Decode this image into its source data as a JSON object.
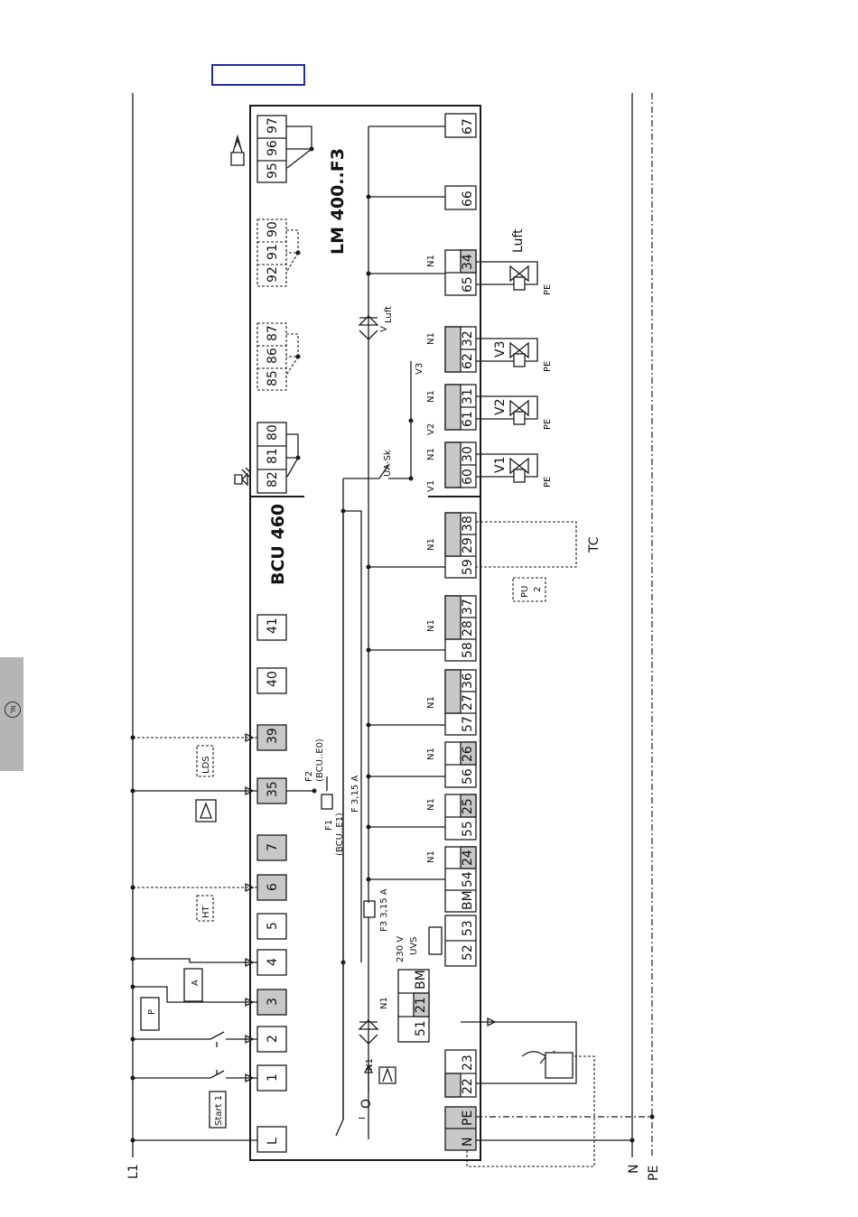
{
  "page": {
    "side_tab": "NL"
  },
  "diagram": {
    "left_rails": {
      "l1": "L1"
    },
    "right_rails": {
      "n": "N",
      "pe": "PE"
    },
    "bcu": {
      "title": "BCU 460",
      "terminals_top": [
        "L",
        "1",
        "2",
        "3",
        "4",
        "5",
        "6",
        "7",
        "35",
        "39",
        "40",
        "41"
      ],
      "relay_alarm": [
        "82",
        "81",
        "80"
      ],
      "option_a": [
        "85",
        "86",
        "87"
      ],
      "option_b": [
        "92",
        "91",
        "90"
      ],
      "relay_status": [
        "95",
        "96",
        "97"
      ]
    },
    "lm": {
      "title": "LM 400..F3"
    },
    "inputs": {
      "start": "Start 1",
      "ht": "HT",
      "lds": "LDS",
      "air_sw": "A",
      "p_sw": "P"
    },
    "fuses": {
      "f1": "F1",
      "f1_note": "(BCU..E1)",
      "f2": "F2",
      "f2_note": "(BCU..E0)",
      "f1_rating": "F 3,15 A",
      "f3": "F3 3,15 A"
    },
    "uvs": {
      "voltage": "230 V",
      "label": "UVS"
    },
    "bottom": {
      "n": "N",
      "pe": "PE",
      "t22": "22",
      "t23": "23",
      "t51": "51",
      "t21": "21",
      "t_bm": "BM",
      "t52": "52",
      "t53": "53",
      "t_bm2": "BM",
      "t54": "54",
      "t24": "24",
      "t55": "55",
      "t25": "25",
      "t56": "56",
      "t26": "26",
      "t57": "57",
      "t27": "27",
      "t36": "36",
      "t58": "58",
      "t28": "28",
      "t37": "37",
      "t59": "59",
      "t29": "29",
      "t38": "38",
      "t60": "60",
      "t30": "30",
      "t61": "61",
      "t31": "31",
      "t62": "62",
      "t32": "32",
      "t65": "65",
      "t34": "34",
      "t66": "66",
      "t67": "67",
      "l": "L",
      "nn": "N",
      "n1": "N1",
      "pe_small": "PE"
    },
    "labels": {
      "tc": "TC",
      "pu": "PU",
      "pu_num": "2",
      "ua_sk": "UA-Sk",
      "v1": "V1",
      "v2": "V2",
      "v3": "V3",
      "v_luft": "V",
      "v_luft_sub": "Luft",
      "luft": "Luft",
      "io_i": "I",
      "io_o": "O"
    }
  }
}
